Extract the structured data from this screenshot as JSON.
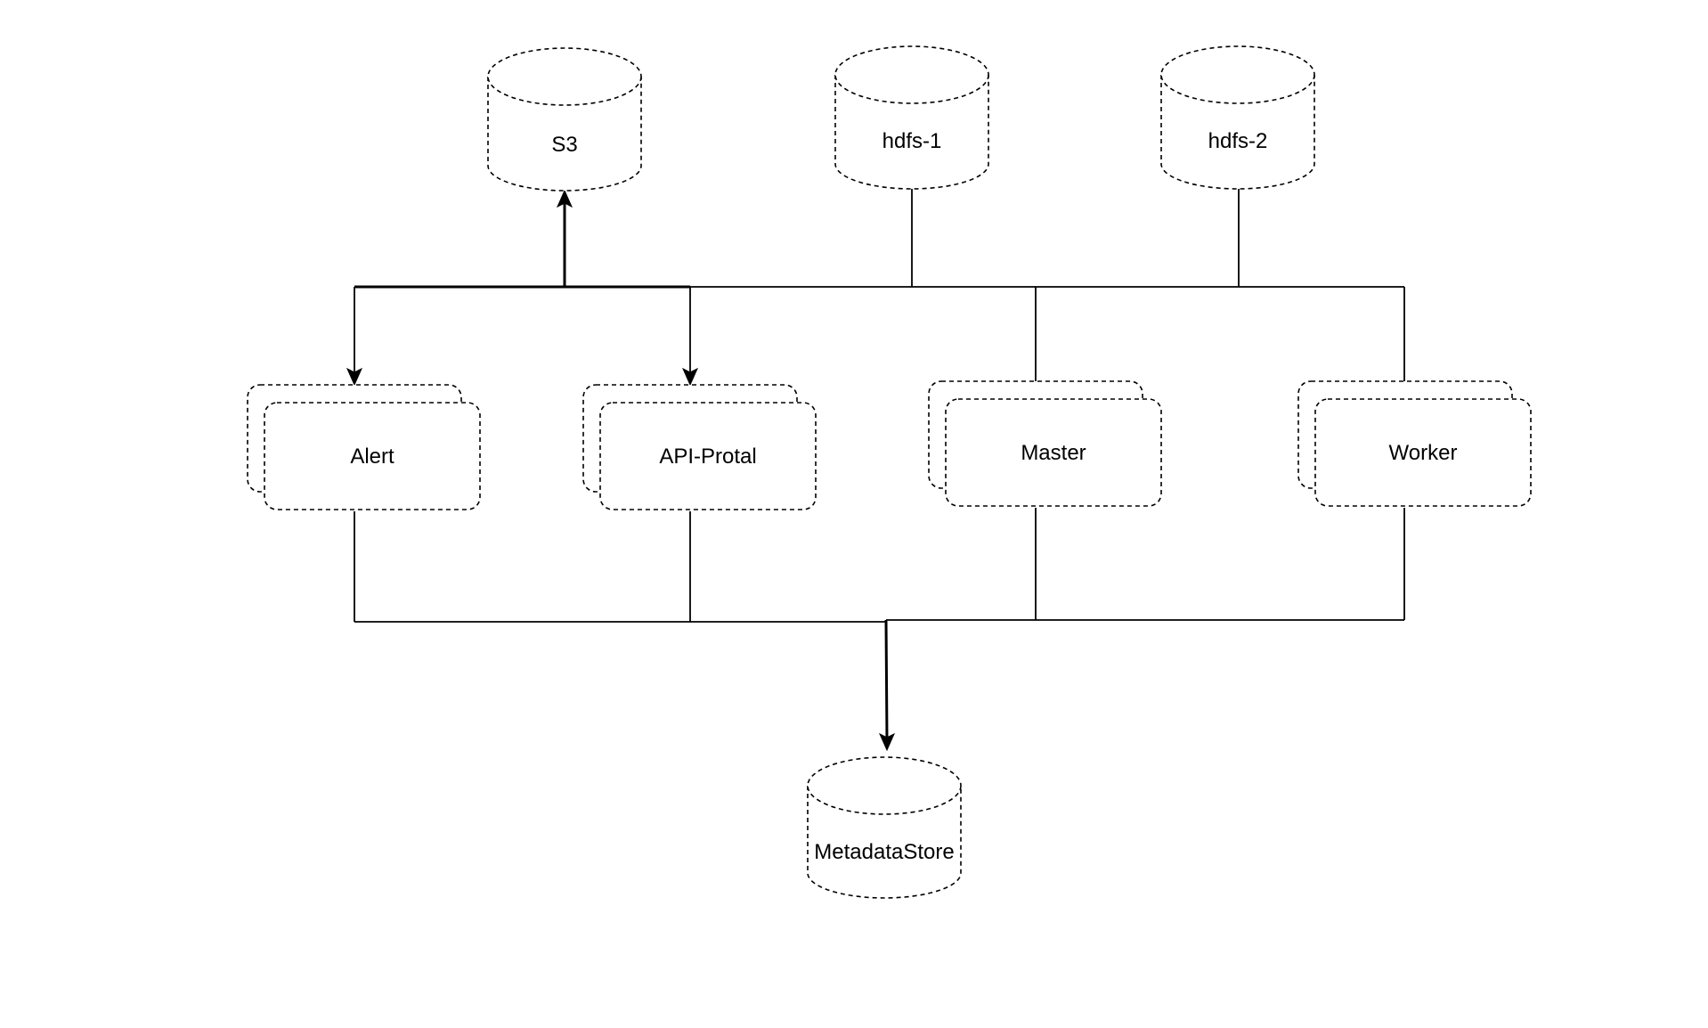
{
  "nodes": {
    "s3": "S3",
    "hdfs1": "hdfs-1",
    "hdfs2": "hdfs-2",
    "alert": "Alert",
    "api_portal": "API-Protal",
    "master": "Master",
    "worker": "Worker",
    "metadata_store": "MetadataStore"
  },
  "edges": [
    {
      "from": "alert",
      "to": "s3",
      "arrow_at": "s3"
    },
    {
      "from": "api_portal",
      "to": "s3",
      "arrow_at": "s3"
    },
    {
      "from": "hdfs1",
      "to": "alert",
      "arrow_at": "alert"
    },
    {
      "from": "hdfs2",
      "to": "api_portal",
      "arrow_at": "api_portal"
    },
    {
      "from": "master",
      "to": "hdfs_bus"
    },
    {
      "from": "worker",
      "to": "hdfs_bus"
    },
    {
      "from": "alert",
      "to": "metadata_store",
      "arrow_at": "metadata_store"
    },
    {
      "from": "api_portal",
      "to": "metadata_store",
      "arrow_at": "metadata_store"
    },
    {
      "from": "master",
      "to": "metadata_store",
      "arrow_at": "metadata_store"
    },
    {
      "from": "worker",
      "to": "metadata_store",
      "arrow_at": "metadata_store"
    }
  ],
  "styles": {
    "stroke_color": "#000000",
    "background": "#ffffff",
    "node_border": "dashed"
  }
}
